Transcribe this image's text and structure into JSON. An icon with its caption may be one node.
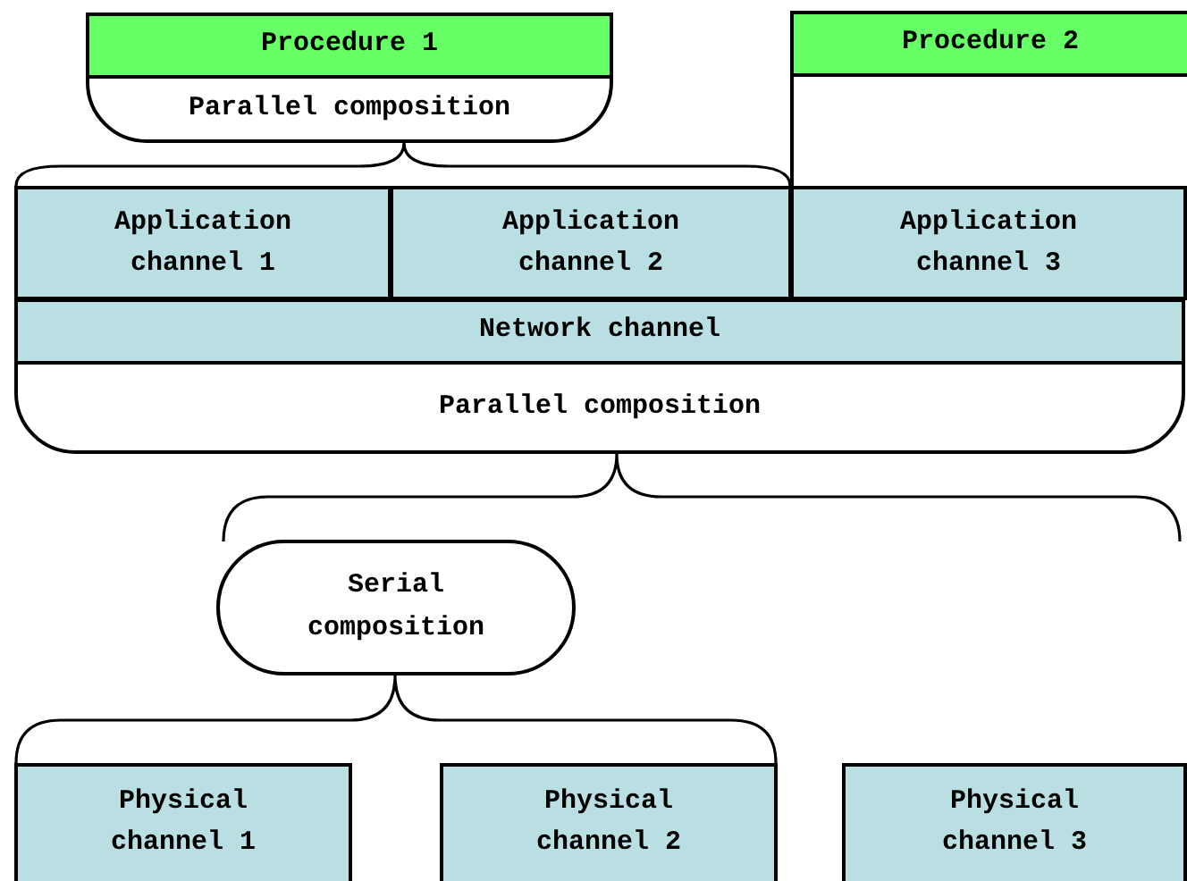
{
  "diagram": {
    "nodes": [
      {
        "text": [
          "Procedure 1",
          "Parallel composition"
        ]
      },
      {
        "text": [
          "Procedure 2"
        ]
      },
      {
        "text": [
          "Application channel 1"
        ]
      },
      {
        "text": [
          "Application channel 2"
        ]
      },
      {
        "text": [
          "Application channel 3"
        ]
      },
      {
        "text": [
          "Network channel",
          "Parallel composition"
        ]
      },
      {
        "text": [
          "Serial composition"
        ]
      },
      {
        "text": [
          "Physical channel 1"
        ]
      },
      {
        "text": [
          "Physical channel 2"
        ]
      },
      {
        "text": [
          "Physical channel 3"
        ]
      }
    ]
  }
}
